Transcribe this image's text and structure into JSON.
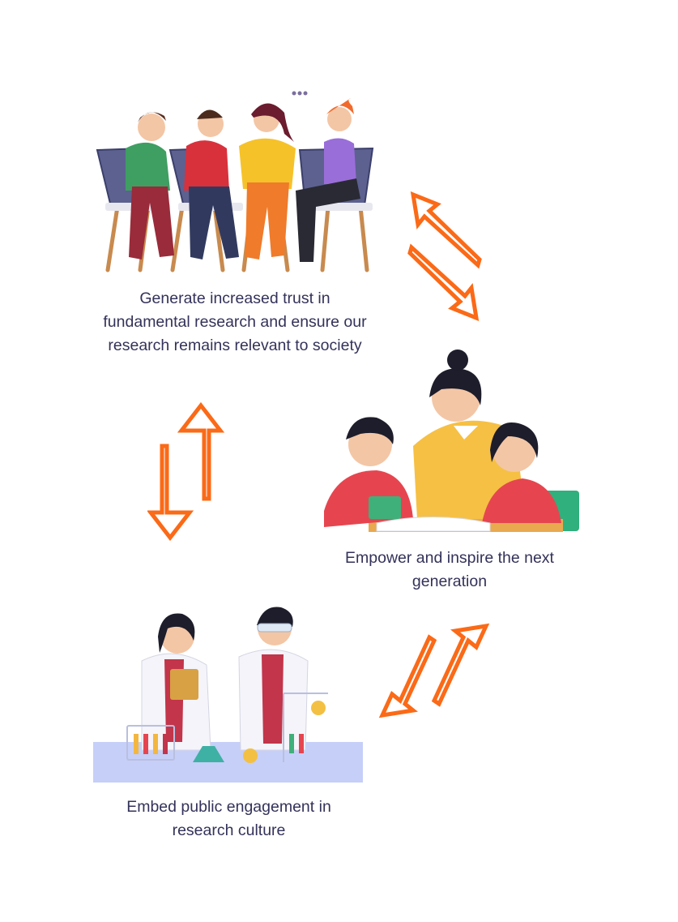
{
  "steps": [
    {
      "illustration": "group-meeting-illustration",
      "lines": [
        "Generate increased trust in",
        "fundamental research and ensure our",
        "research remains relevant to society"
      ]
    },
    {
      "illustration": "teacher-children-illustration",
      "lines": [
        "Empower and inspire the next",
        "generation"
      ]
    },
    {
      "illustration": "lab-scientists-illustration",
      "lines": [
        "Embed public engagement in",
        "research culture"
      ]
    }
  ],
  "colors": {
    "arrow": "#fb6a17",
    "text": "#33325a"
  },
  "icons": [
    "double-arrow-icon"
  ]
}
